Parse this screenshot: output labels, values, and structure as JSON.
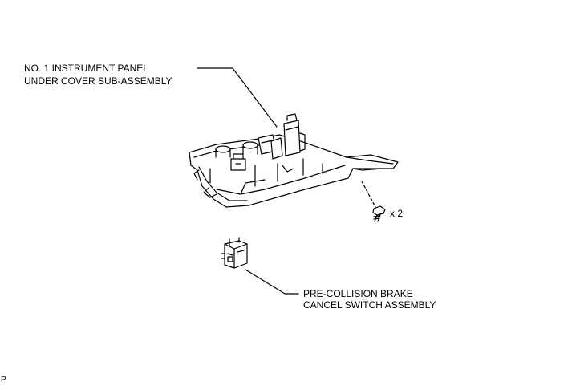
{
  "labels": {
    "under_cover_line1": "NO. 1 INSTRUMENT PANEL",
    "under_cover_line2": "UNDER COVER SUB-ASSEMBLY",
    "switch_line1": "PRE-COLLISION BRAKE",
    "switch_line2": "CANCEL SWITCH ASSEMBLY",
    "screw_quantity": "x 2",
    "corner_code": "P"
  }
}
